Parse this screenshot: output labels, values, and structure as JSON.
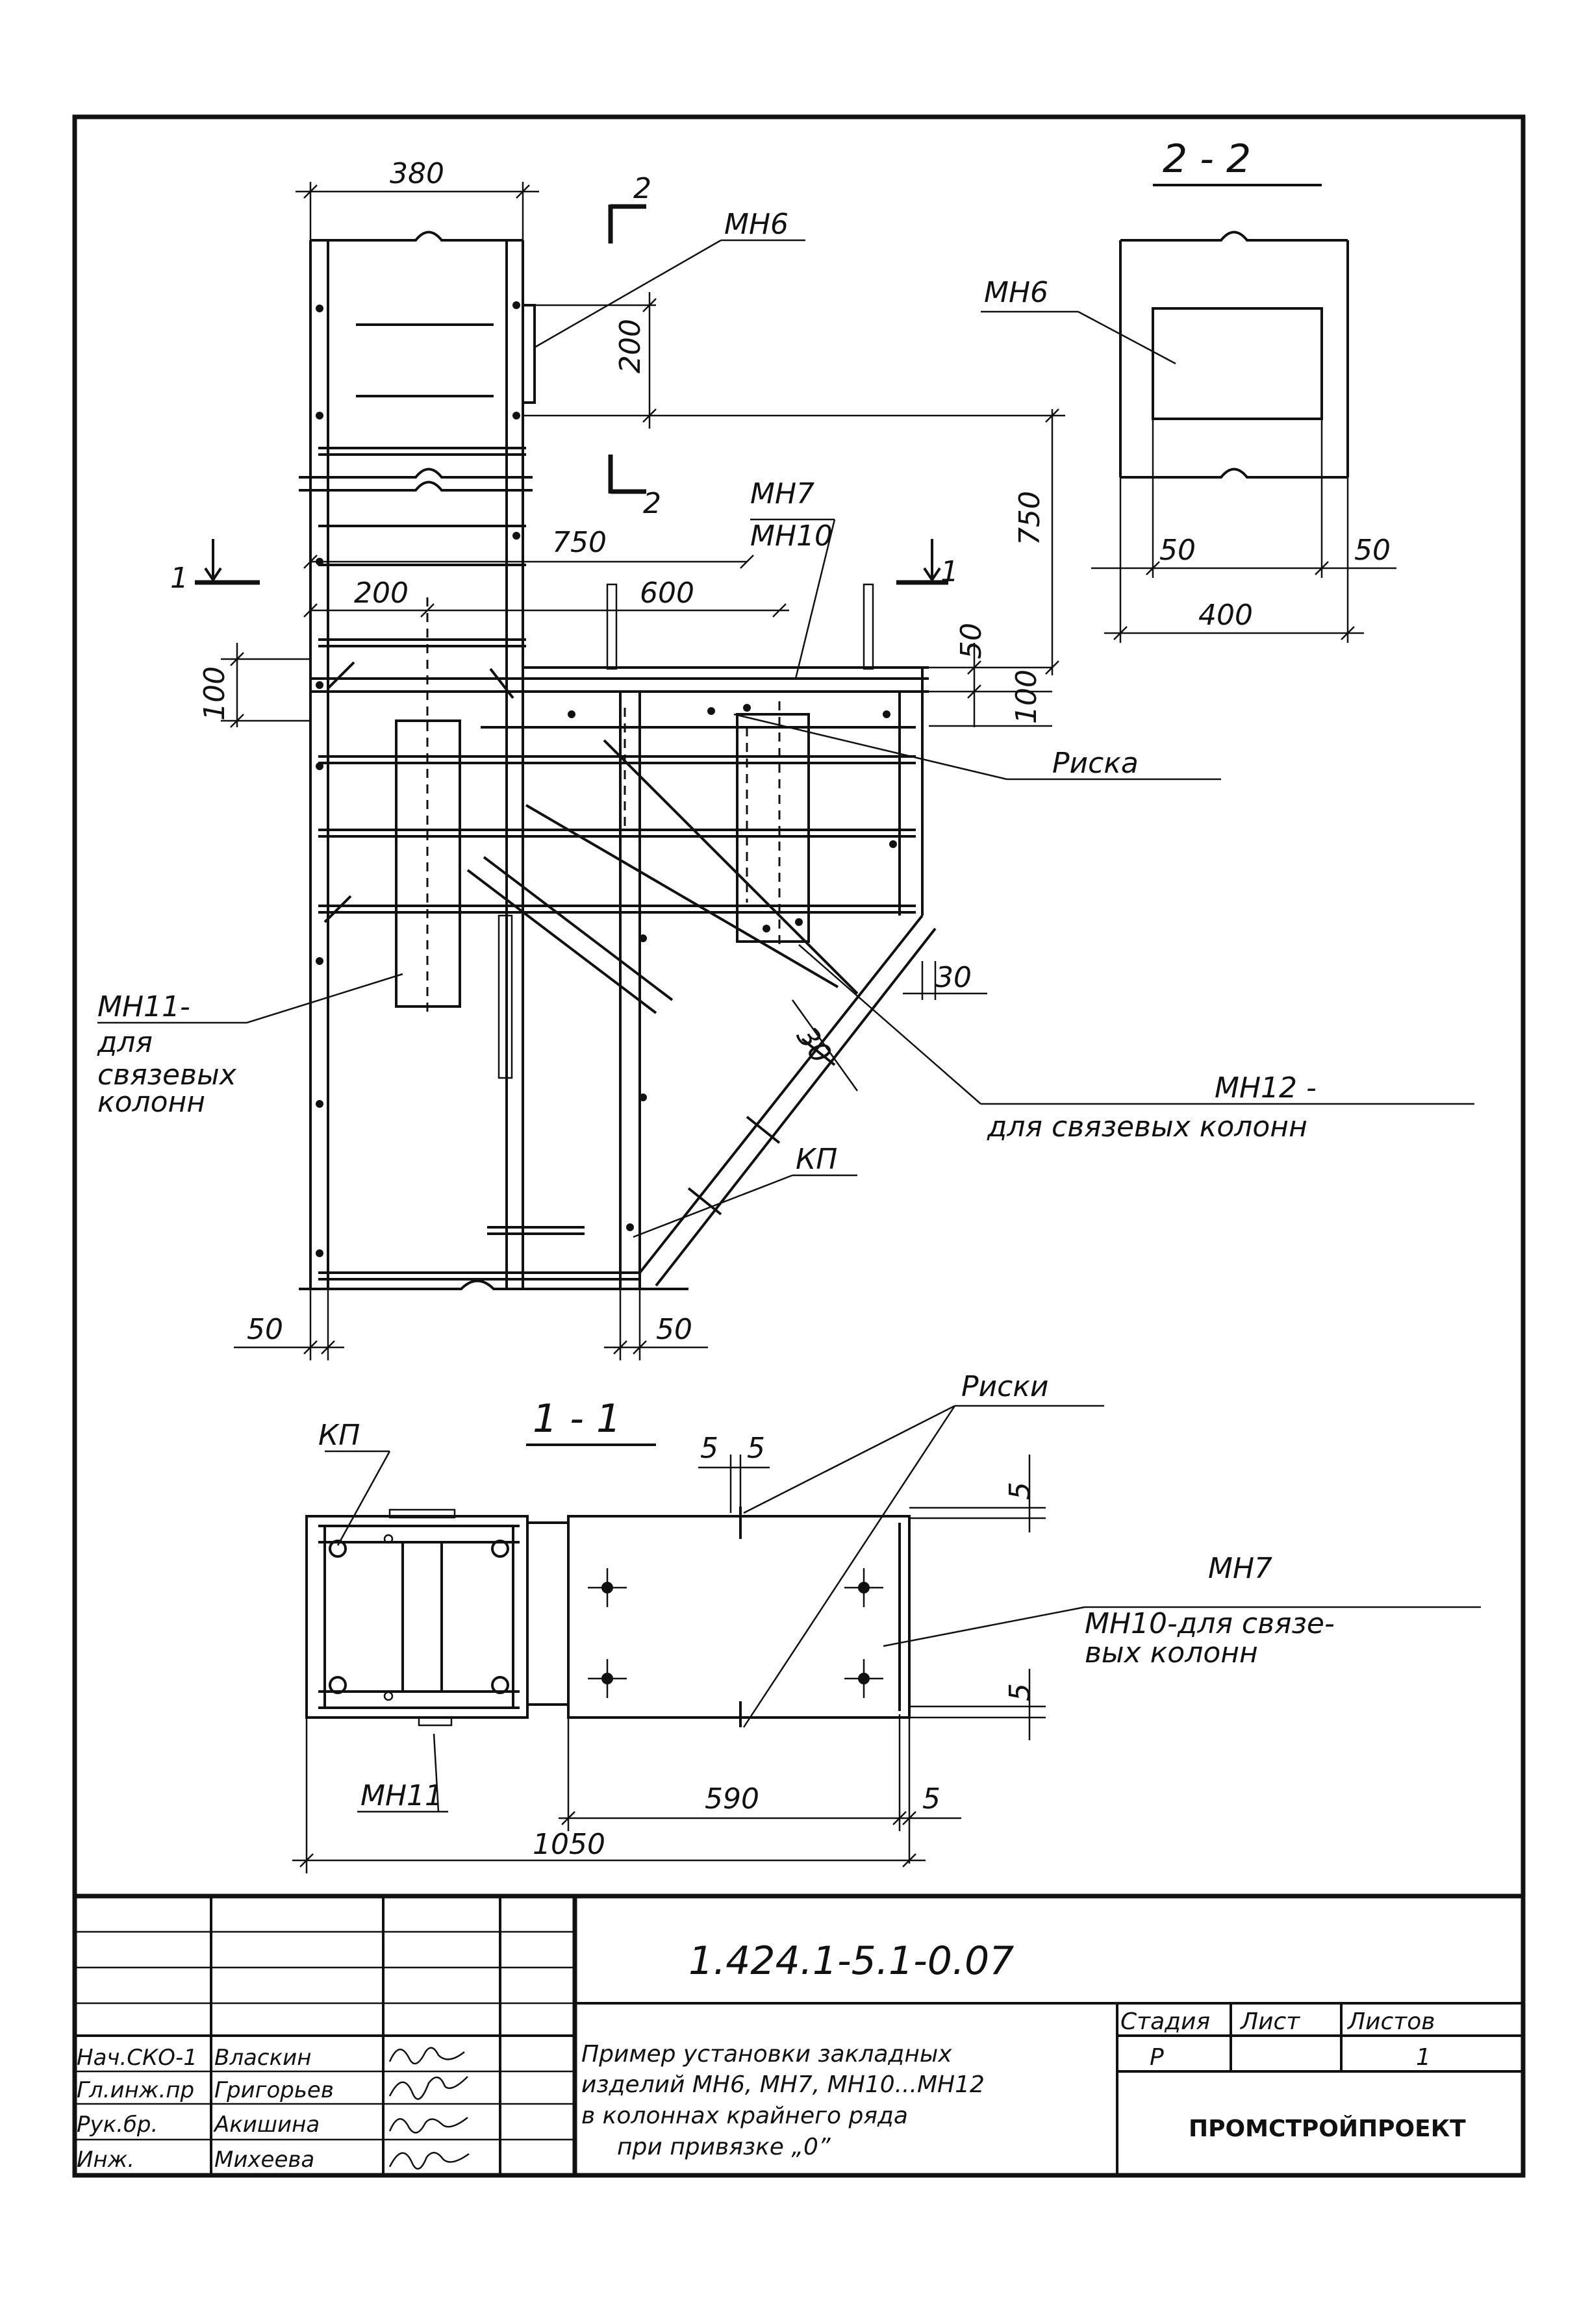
{
  "drawing": {
    "elev": {
      "dims": {
        "d380": "380",
        "d200": "200",
        "d750v": "750",
        "d750h": "750",
        "d200b": "200",
        "d600": "600",
        "d50a": "50",
        "d100l": "100",
        "d100r": "100",
        "d30a": "30",
        "d30b": "30",
        "d50bl": "50",
        "d50br": "50"
      },
      "labels": {
        "mn6": "МН6",
        "mn7": "МН7",
        "mn10": "МН10",
        "riska": "Риска",
        "mn11": "МН11-",
        "mn11_l2": "для",
        "mn11_l3": "связевых",
        "mn11_l4": "колонн",
        "mn12": "МН12 -",
        "mn12_l2": "для связевых колонн",
        "kp": "КП",
        "sec2_a": "2",
        "sec2_b": "2",
        "sec1_a": "1",
        "sec1_b": "1"
      }
    },
    "sec22": {
      "title": "2 - 2",
      "mn6": "МН6",
      "d50l": "50",
      "d50r": "50",
      "d400": "400"
    },
    "sec11": {
      "title": "1 - 1",
      "riski": "Риски",
      "kp": "КП",
      "d5a": "5",
      "d5b": "5",
      "d5r1": "5",
      "d5r2": "5",
      "d5c": "5",
      "d590": "590",
      "d1050": "1050",
      "mn7": "МН7",
      "mn10_l1": "МН10-для связе-",
      "mn10_l2": "вых колонн",
      "mn11": "МН11"
    }
  },
  "title_block": {
    "doc_code": "1.424.1-5.1-0.07",
    "title_lines": [
      "Пример установки закладных",
      "изделий МН6, МН7, МН10...МН12",
      "в колоннах крайнего ряда",
      "при привязке „0”"
    ],
    "stage_header": "Стадия",
    "sheet_header": "Лист",
    "sheets_header": "Листов",
    "stage": "Р",
    "sheet": "",
    "sheets": "1",
    "org": "ПРОМСТРОЙПРОЕКТ",
    "people": [
      {
        "role": "Нач.СКО-1",
        "name": "Власкин"
      },
      {
        "role": "Гл.инж.пр",
        "name": "Григорьев"
      },
      {
        "role": "Рук.бр.",
        "name": "Акишина"
      },
      {
        "role": "Инж.",
        "name": "Михеева"
      }
    ]
  }
}
